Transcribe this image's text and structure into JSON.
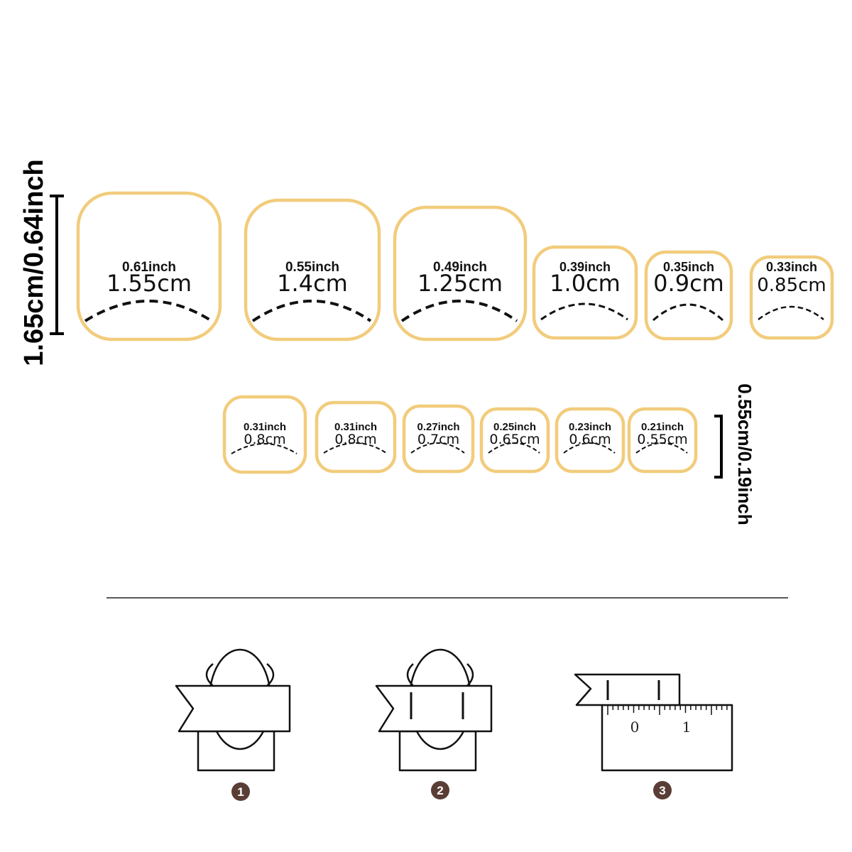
{
  "colors": {
    "tip_outline": "#f2cc7c",
    "ink": "#111111",
    "step_circle": "#5a3e36",
    "divider": "#222222"
  },
  "large_dimension": "1.65cm/0.64inch",
  "small_dimension": "0.55cm/0.19inch",
  "row1": [
    {
      "inch": "0.61inch",
      "cm": "1.55cm"
    },
    {
      "inch": "0.55inch",
      "cm": "1.4cm"
    },
    {
      "inch": "0.49inch",
      "cm": "1.25cm"
    },
    {
      "inch": "0.39inch",
      "cm": "1.0cm"
    },
    {
      "inch": "0.35inch",
      "cm": "0.9cm"
    },
    {
      "inch": "0.33inch",
      "cm": "0.85cm"
    }
  ],
  "row2": [
    {
      "inch": "0.31inch",
      "cm": "0.8cm"
    },
    {
      "inch": "0.31inch",
      "cm": "0.8cm"
    },
    {
      "inch": "0.27inch",
      "cm": "0.7cm"
    },
    {
      "inch": "0.25inch",
      "cm": "0.65cm"
    },
    {
      "inch": "0.23inch",
      "cm": "0.6cm"
    },
    {
      "inch": "0.21inch",
      "cm": "0.55cm"
    }
  ],
  "steps": [
    {
      "number": "1",
      "icon": "toe-tape-wrap-icon"
    },
    {
      "number": "2",
      "icon": "toe-tape-marked-icon"
    },
    {
      "number": "3",
      "icon": "tape-ruler-measure-icon"
    }
  ],
  "ruler_labels": [
    "0",
    "1"
  ]
}
